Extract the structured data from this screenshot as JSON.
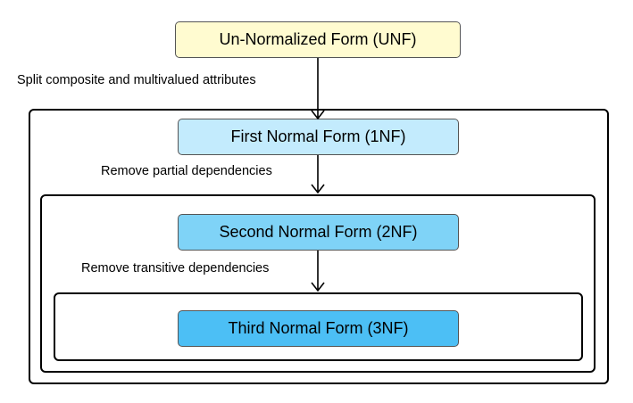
{
  "nodes": {
    "unf": "Un-Normalized Form (UNF)",
    "first": "First Normal Form (1NF)",
    "second": "Second Normal Form (2NF)",
    "third": "Third Normal Form (3NF)"
  },
  "edges": {
    "split": "Split composite and multivalued attributes",
    "partial": "Remove partial dependencies",
    "transitive": "Remove transitive dependencies"
  },
  "colors": {
    "unf": "#fffbd0",
    "first": "#c3ebfd",
    "second": "#7fd3f7",
    "third": "#4cbff5"
  }
}
